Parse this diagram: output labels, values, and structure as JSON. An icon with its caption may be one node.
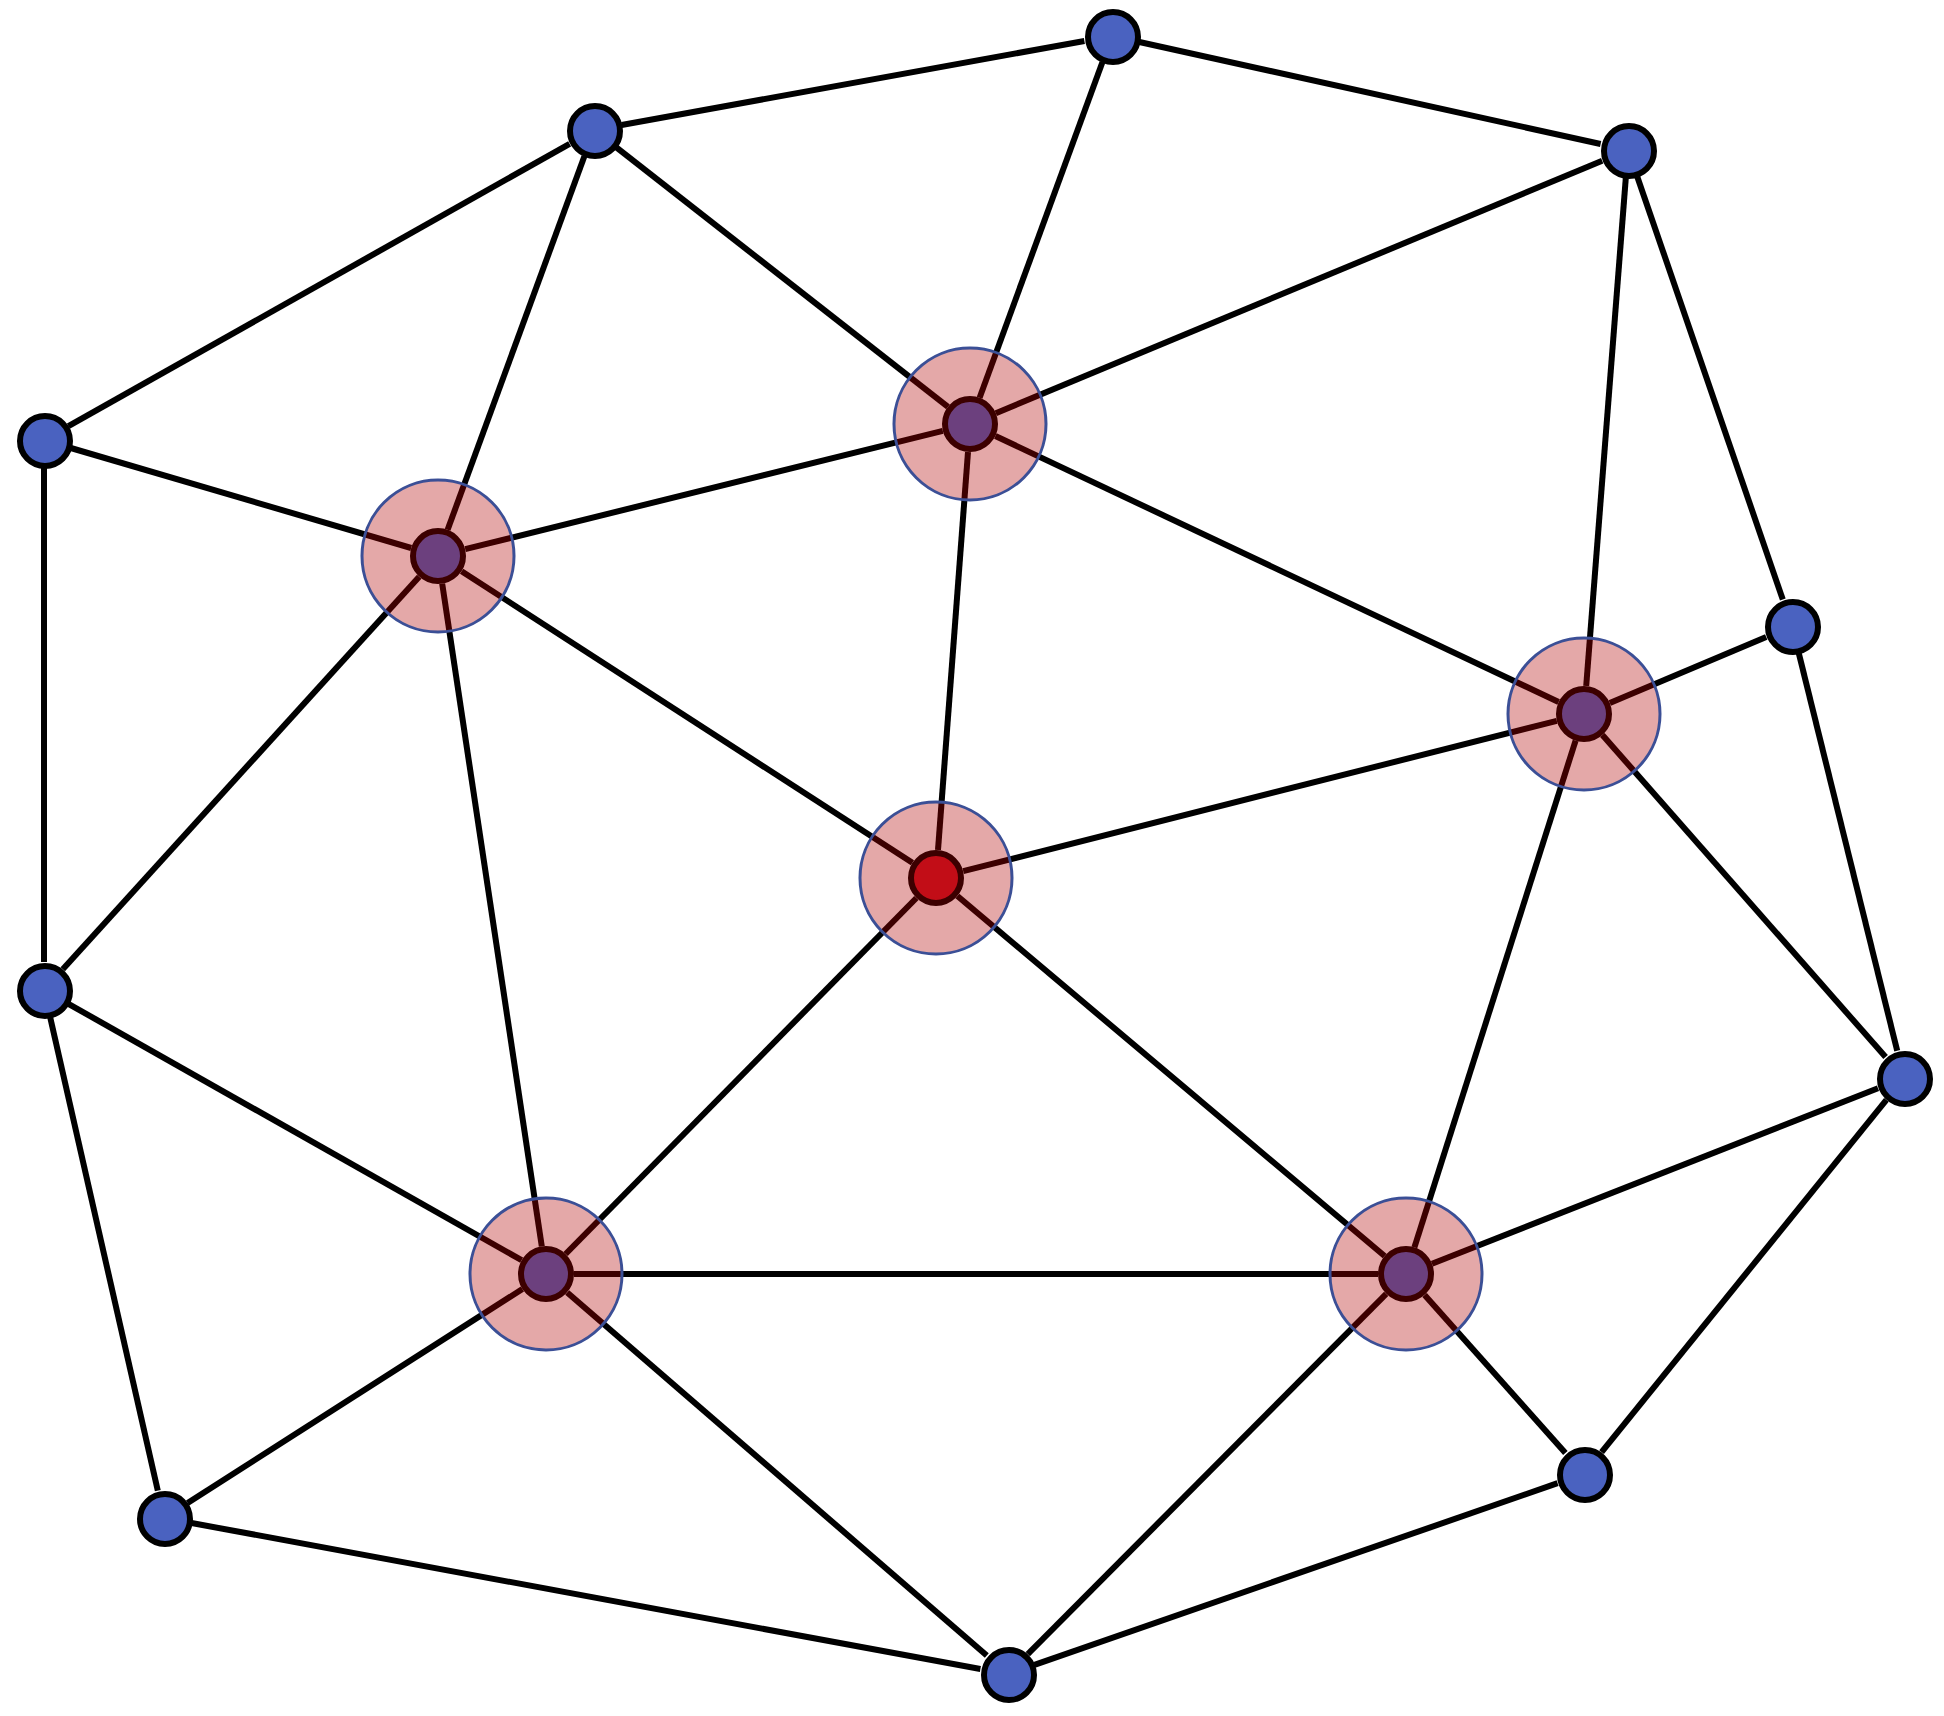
{
  "diagram": {
    "nodes": [
      {
        "text": [],
        "shape": "circle"
      },
      {
        "text": [],
        "shape": "circle"
      },
      {
        "text": [],
        "shape": "circle"
      },
      {
        "text": [],
        "shape": "circle"
      },
      {
        "text": [],
        "shape": "circle"
      },
      {
        "text": [],
        "shape": "circle"
      },
      {
        "text": [],
        "shape": "circle"
      },
      {
        "text": [],
        "shape": "circle"
      },
      {
        "text": [],
        "shape": "circle"
      },
      {
        "text": [],
        "shape": "circle"
      },
      {
        "text": [],
        "shape": "circle"
      },
      {
        "text": [],
        "shape": "circle"
      },
      {
        "text": [],
        "shape": "circle"
      },
      {
        "text": [],
        "shape": "circle"
      },
      {
        "text": [],
        "shape": "circle"
      },
      {
        "text": [],
        "shape": "circle"
      }
    ],
    "edges": [
      {
        "from": 0,
        "to": 1,
        "arrow": "none"
      },
      {
        "from": 0,
        "to": 2,
        "arrow": "none"
      },
      {
        "from": 0,
        "to": 3,
        "arrow": "none"
      },
      {
        "from": 1,
        "to": 3,
        "arrow": "none"
      },
      {
        "from": 1,
        "to": 4,
        "arrow": "none"
      },
      {
        "from": 1,
        "to": 5,
        "arrow": "none"
      },
      {
        "from": 2,
        "to": 3,
        "arrow": "none"
      },
      {
        "from": 2,
        "to": 6,
        "arrow": "none"
      },
      {
        "from": 2,
        "to": 7,
        "arrow": "none"
      },
      {
        "from": 3,
        "to": 5,
        "arrow": "none"
      },
      {
        "from": 3,
        "to": 7,
        "arrow": "none"
      },
      {
        "from": 3,
        "to": 8,
        "arrow": "none"
      },
      {
        "from": 4,
        "to": 5,
        "arrow": "none"
      },
      {
        "from": 4,
        "to": 9,
        "arrow": "none"
      },
      {
        "from": 5,
        "to": 8,
        "arrow": "none"
      },
      {
        "from": 5,
        "to": 9,
        "arrow": "none"
      },
      {
        "from": 5,
        "to": 11,
        "arrow": "none"
      },
      {
        "from": 6,
        "to": 7,
        "arrow": "none"
      },
      {
        "from": 6,
        "to": 10,
        "arrow": "none"
      },
      {
        "from": 7,
        "to": 8,
        "arrow": "none"
      },
      {
        "from": 7,
        "to": 10,
        "arrow": "none"
      },
      {
        "from": 7,
        "to": 12,
        "arrow": "none"
      },
      {
        "from": 8,
        "to": 11,
        "arrow": "none"
      },
      {
        "from": 8,
        "to": 12,
        "arrow": "none"
      },
      {
        "from": 9,
        "to": 11,
        "arrow": "none"
      },
      {
        "from": 9,
        "to": 14,
        "arrow": "none"
      },
      {
        "from": 10,
        "to": 12,
        "arrow": "none"
      },
      {
        "from": 10,
        "to": 13,
        "arrow": "none"
      },
      {
        "from": 11,
        "to": 12,
        "arrow": "none"
      },
      {
        "from": 11,
        "to": 14,
        "arrow": "none"
      },
      {
        "from": 11,
        "to": 15,
        "arrow": "none"
      },
      {
        "from": 12,
        "to": 13,
        "arrow": "none"
      },
      {
        "from": 12,
        "to": 15,
        "arrow": "none"
      },
      {
        "from": 13,
        "to": 15,
        "arrow": "none"
      },
      {
        "from": 14,
        "to": 15,
        "arrow": "none"
      }
    ]
  }
}
